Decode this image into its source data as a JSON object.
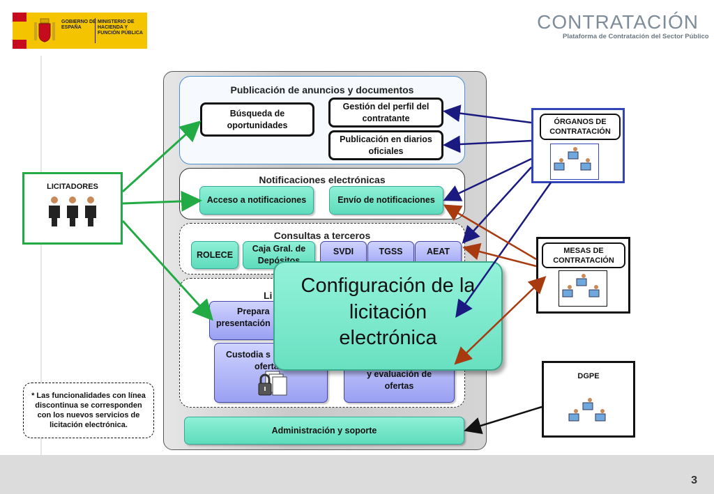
{
  "header": {
    "gov_line1": "GOBIERNO DE ESPAÑA",
    "gov_line2": "MINISTERIO DE HACIENDA Y FUNCIÓN PÚBLICA",
    "brand": "CONTRATACIÓN",
    "brand_sub": "Plataforma de Contratación del Sector Público"
  },
  "sections": {
    "publicacion": {
      "title": "Publicación de anuncios y documentos",
      "busqueda": "Búsqueda de oportunidades",
      "perfil": "Gestión del perfil del contratante",
      "diarios": "Publicación en diarios oficiales"
    },
    "notificaciones": {
      "title": "Notificaciones electrónicas",
      "acceso": "Acceso a notificaciones",
      "envio": "Envío de notificaciones"
    },
    "consultas": {
      "title": "Consultas a terceros",
      "rolece": "ROLECE",
      "caja": "Caja Gral. de Depósitos",
      "svdi": "SVDI",
      "tgss": "TGSS",
      "aeat": "AEAT"
    },
    "licitacion": {
      "title_partial": "Li",
      "prepara": "Prepara",
      "presentacion": "presentación",
      "custodia_l1": "Custodia s",
      "custodia_l2": "oferta",
      "evaluacion": "y evaluación de ofertas"
    },
    "admin": "Administración y soporte"
  },
  "overlay": {
    "line1": "Configuración de la",
    "line2": "licitación",
    "line3": "electrónica"
  },
  "actors": {
    "licitadores": "LICITADORES",
    "organos": "ÓRGANOS DE CONTRATACIÓN",
    "mesas": "MESAS DE CONTRATACIÓN",
    "dgpe": "DGPE"
  },
  "note": "* Las funcionalidades con línea discontinua se corresponden con los nuevos servicios de licitación electrónica.",
  "page_number": "3",
  "colors": {
    "green_arrow": "#22aa44",
    "navy_arrow": "#1a1a80",
    "brown_arrow": "#a83a10",
    "black_arrow": "#111111"
  }
}
